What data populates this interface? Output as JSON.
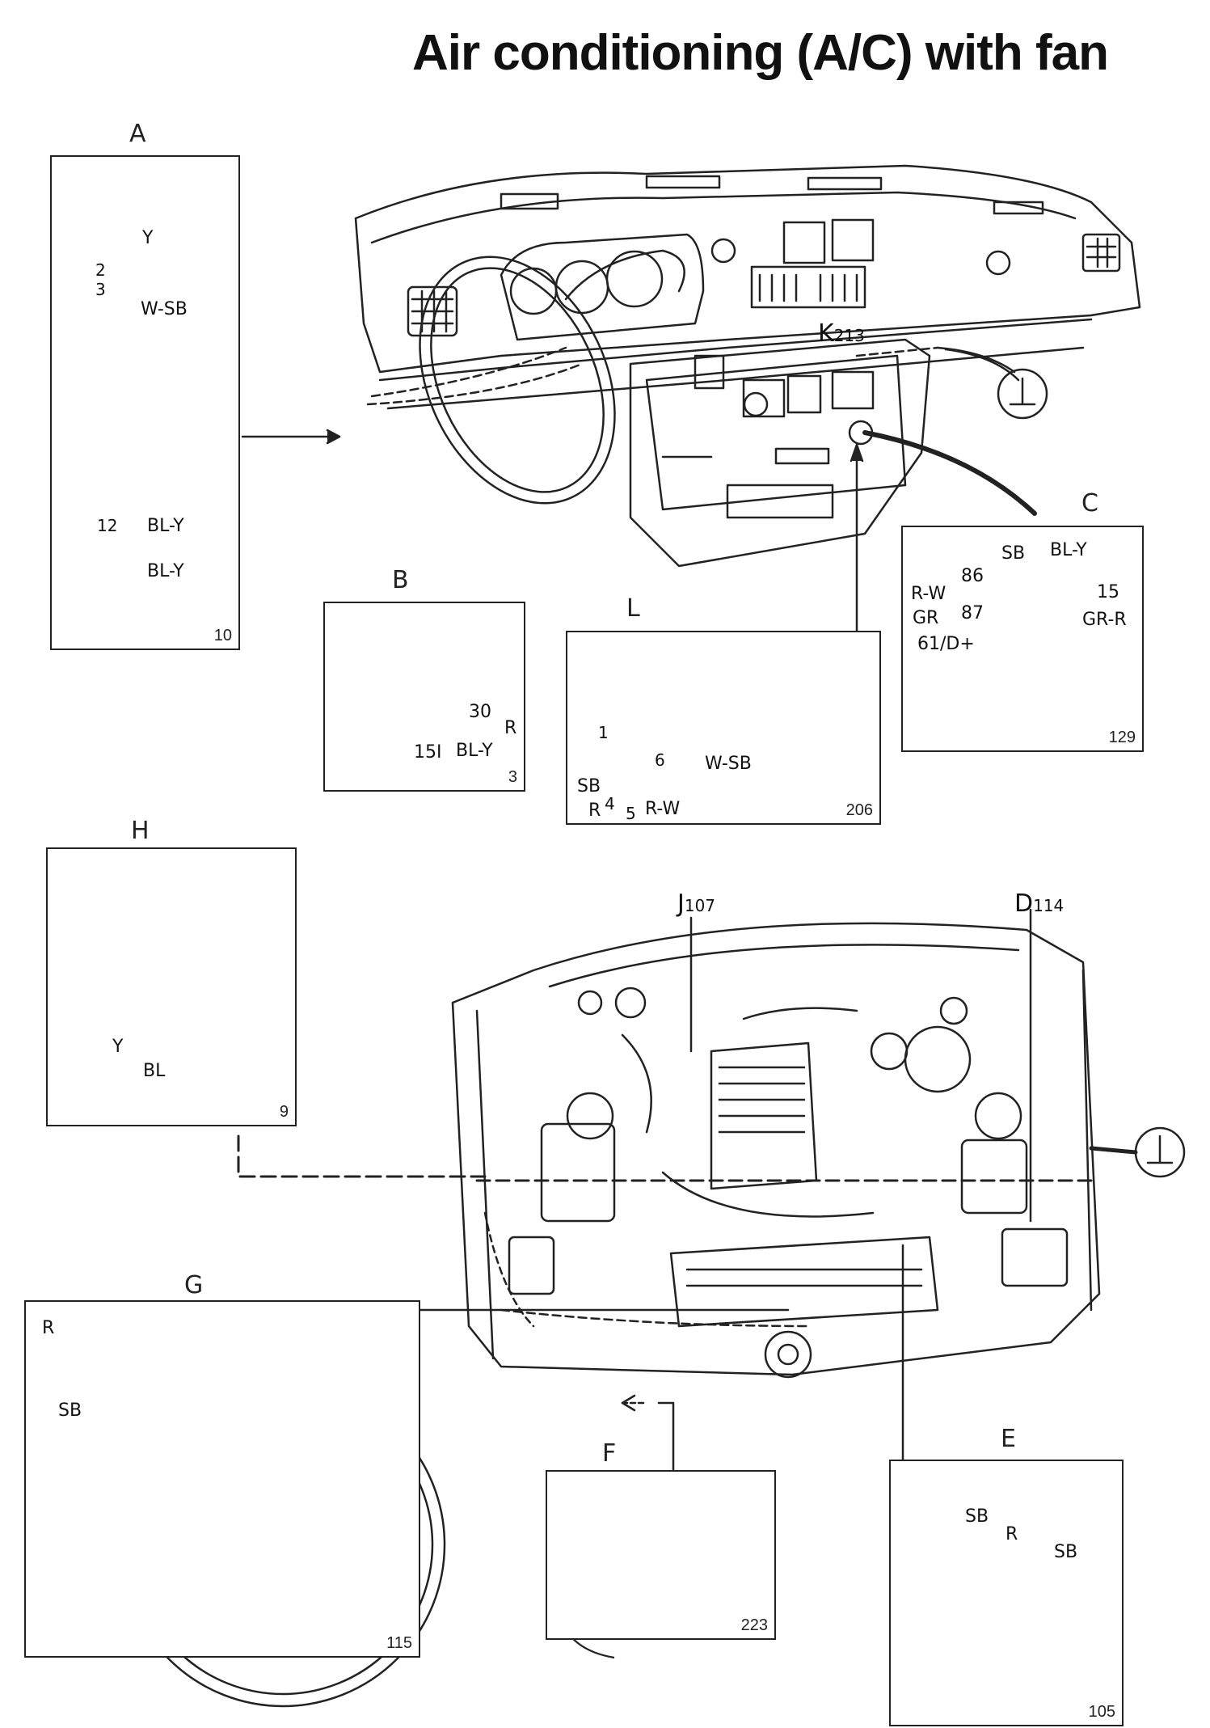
{
  "title": "Air conditioning (A/C) with fan",
  "panels": {
    "A": {
      "letter": "A",
      "number": "10",
      "labels": [
        "Y",
        "2",
        "3",
        "W-SB",
        "12",
        "BL-Y",
        "BL-Y"
      ]
    },
    "B": {
      "letter": "B",
      "number": "3",
      "labels": [
        "30",
        "R",
        "15I",
        "BL-Y"
      ]
    },
    "L": {
      "letter": "L",
      "number": "206",
      "labels": [
        "1",
        "SB",
        "6",
        "W-SB",
        "R",
        "4",
        "5",
        "R-W"
      ]
    },
    "C": {
      "letter": "C",
      "number": "129",
      "labels": [
        "SB",
        "BL-Y",
        "86",
        "R-W",
        "15",
        "87",
        "GR",
        "GR-R",
        "61/D+"
      ]
    },
    "H": {
      "letter": "H",
      "number": "9",
      "labels": [
        "Y",
        "BL"
      ]
    },
    "G": {
      "letter": "G",
      "number": "115",
      "labels": [
        "R",
        "SB"
      ]
    },
    "F": {
      "letter": "F",
      "number": "223"
    },
    "E": {
      "letter": "E",
      "number": "105",
      "labels": [
        "SB",
        "R",
        "SB"
      ]
    }
  },
  "callouts": {
    "k": "K",
    "k_num": "213",
    "j": "J",
    "j_num": "107",
    "d": "D",
    "d_num": "114",
    "ground_symbol": "⊥"
  }
}
